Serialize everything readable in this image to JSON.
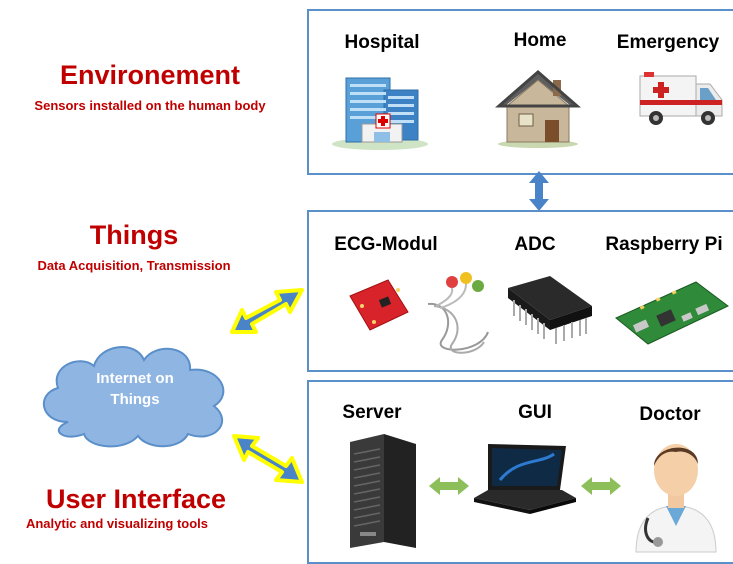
{
  "sections": {
    "environment": {
      "title": "Environement",
      "subtitle": "Sensors installed on the human body"
    },
    "things": {
      "title": "Things",
      "subtitle": "Data Acquisition, Transmission"
    },
    "user_interface": {
      "title": "User Interface",
      "subtitle": "Analytic and visualizing tools"
    }
  },
  "cloud": {
    "line1": "Internet on",
    "line2": "Things"
  },
  "env_box": {
    "items": [
      {
        "label": "Hospital",
        "icon": "hospital-icon"
      },
      {
        "label": "Home",
        "icon": "house-icon"
      },
      {
        "label": "Emergency",
        "icon": "ambulance-icon"
      }
    ]
  },
  "things_box": {
    "items": [
      {
        "label": "ECG-Modul",
        "icon": "ecg-module-icon"
      },
      {
        "label": "ADC",
        "icon": "adc-chip-icon"
      },
      {
        "label": "Raspberry Pi",
        "icon": "raspberry-pi-icon"
      }
    ]
  },
  "ui_box": {
    "items": [
      {
        "label": "Server",
        "icon": "server-icon"
      },
      {
        "label": "GUI",
        "icon": "laptop-icon"
      },
      {
        "label": "Doctor",
        "icon": "doctor-icon"
      }
    ]
  },
  "colors": {
    "title_red": "#c00000",
    "box_border": "#5b8fc9",
    "arrow_blue": "#4a84c8",
    "arrow_yellow": "#ffff00",
    "arrow_green": "#8cbf5a",
    "cloud_blue": "#8fb5e3"
  }
}
